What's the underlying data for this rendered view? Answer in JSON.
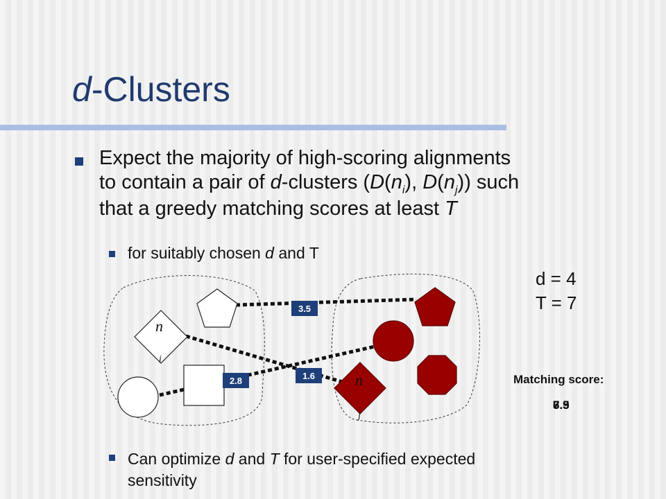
{
  "title": {
    "italic_part": "d",
    "rest": "-Clusters"
  },
  "bullets": {
    "main1": {
      "line1": "Expect the majority of high-scoring alignments",
      "line2a": "to contain a pair of ",
      "line2b": "d",
      "line2c": "-clusters (",
      "D1": "D",
      "open1": "(",
      "n1": "n",
      "sub1": "i",
      "close1": "), ",
      "D2": "D",
      "open2": "(",
      "n2": "n",
      "sub2": "j",
      "close2": ")) such",
      "line3a": "that a greedy matching scores at least ",
      "line3b": "T"
    },
    "sub1": {
      "a": "for suitably chosen ",
      "b": "d",
      "c": " and T"
    },
    "sub2": {
      "a": "Can optimize ",
      "b": "d",
      "c": " and ",
      "d": "T",
      "e": " for user-specified expected",
      "line2": "sensitivity"
    }
  },
  "params": {
    "d": "d = 4",
    "T": "T = 7"
  },
  "matching": {
    "label": "Matching score:",
    "scores": [
      "7.9",
      "6.3",
      "3.5"
    ]
  },
  "diagram": {
    "edge_labels": [
      "3.5",
      "1.6",
      "2.8"
    ],
    "node_i": {
      "letter": "n",
      "sub": "i"
    },
    "node_j": {
      "letter": "n",
      "sub": "j"
    },
    "colors": {
      "label_bg": "#1e3f7a",
      "red_fill": "#990000",
      "red_stroke": "#5a0000"
    }
  }
}
